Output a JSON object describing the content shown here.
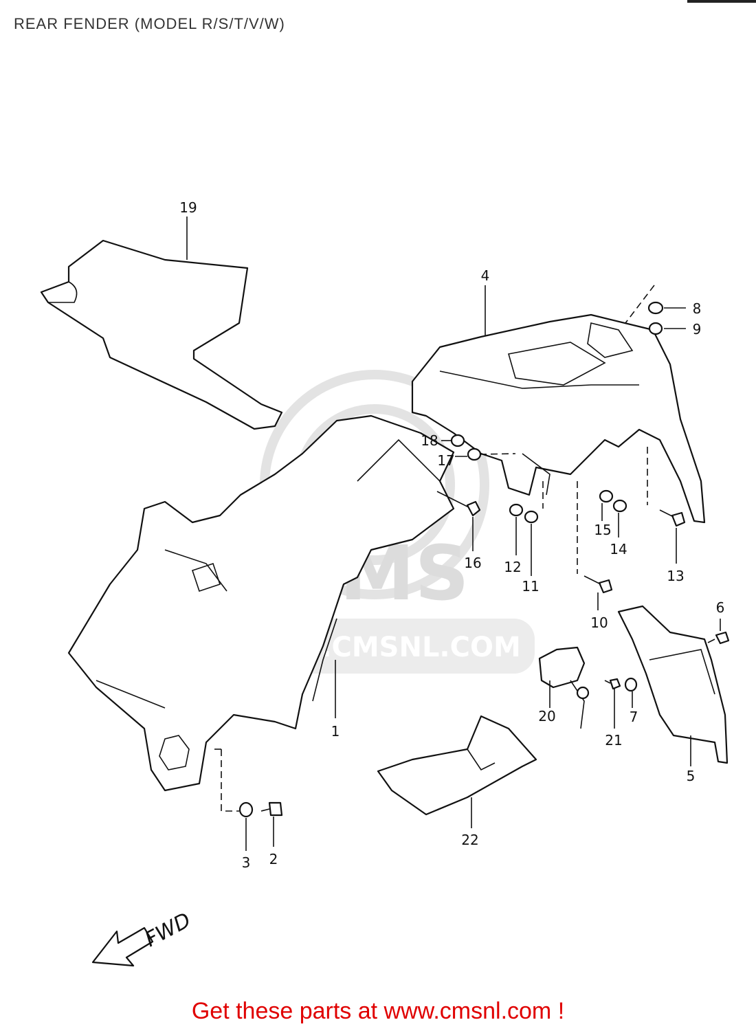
{
  "header": {
    "title": "REAR FENDER (MODEL R/S/T/V/W)"
  },
  "watermark": {
    "brand": "CMS",
    "url": "WWW.CMSNL.COM"
  },
  "direction_label": "FWD",
  "callouts": [
    "1",
    "2",
    "3",
    "4",
    "5",
    "6",
    "7",
    "8",
    "9",
    "10",
    "11",
    "12",
    "13",
    "14",
    "15",
    "16",
    "17",
    "18",
    "19",
    "20",
    "21",
    "22"
  ],
  "footer": {
    "text": "Get these parts at www.cmsnl.com !",
    "color": "#e00000"
  }
}
